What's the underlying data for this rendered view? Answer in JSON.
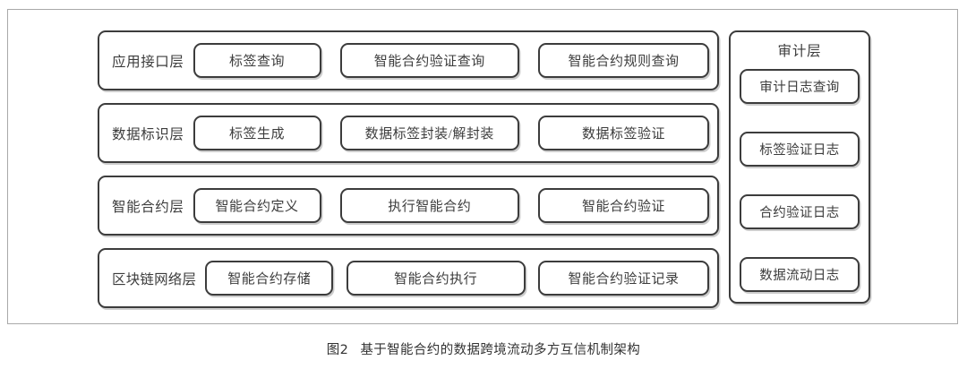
{
  "figure": {
    "caption_label": "图2",
    "caption_text": "基于智能合约的数据跨境流动多方互信机制架构",
    "border_color": "#a9a9a9",
    "box_stroke_color": "#3c3c3c",
    "text_color": "#3a3a3a",
    "background_color": "#ffffff"
  },
  "layers": [
    {
      "title": "应用接口层",
      "cells": [
        {
          "label": "标签查询"
        },
        {
          "label": "智能合约验证查询"
        },
        {
          "label": "智能合约规则查询"
        }
      ]
    },
    {
      "title": "数据标识层",
      "cells": [
        {
          "label": "标签生成"
        },
        {
          "label": "数据标签封装/解封装"
        },
        {
          "label": "数据标签验证"
        }
      ]
    },
    {
      "title": "智能合约层",
      "cells": [
        {
          "label": "智能合约定义"
        },
        {
          "label": "执行智能合约"
        },
        {
          "label": "智能合约验证"
        }
      ]
    },
    {
      "title": "区块链网络层",
      "cells": [
        {
          "label": "智能合约存储"
        },
        {
          "label": "智能合约执行"
        },
        {
          "label": "智能合约验证记录"
        }
      ]
    }
  ],
  "audit_panel": {
    "title": "审计层",
    "items": [
      {
        "label": "审计日志查询"
      },
      {
        "label": "标签验证日志"
      },
      {
        "label": "合约验证日志"
      },
      {
        "label": "数据流动日志"
      }
    ]
  }
}
